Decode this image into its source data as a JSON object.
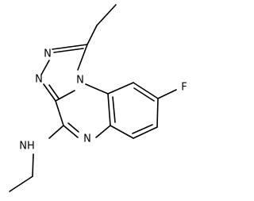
{
  "molecule": {
    "labels": {
      "n_triazole_top": "N",
      "n_triazole_bottom": "N",
      "n_bridgehead": "N",
      "n_pyrazine": "N",
      "nh": "NH",
      "fluorine": "F"
    }
  },
  "colors": {
    "bond": "#000000",
    "label": "#000000",
    "background": "#ffffff"
  }
}
